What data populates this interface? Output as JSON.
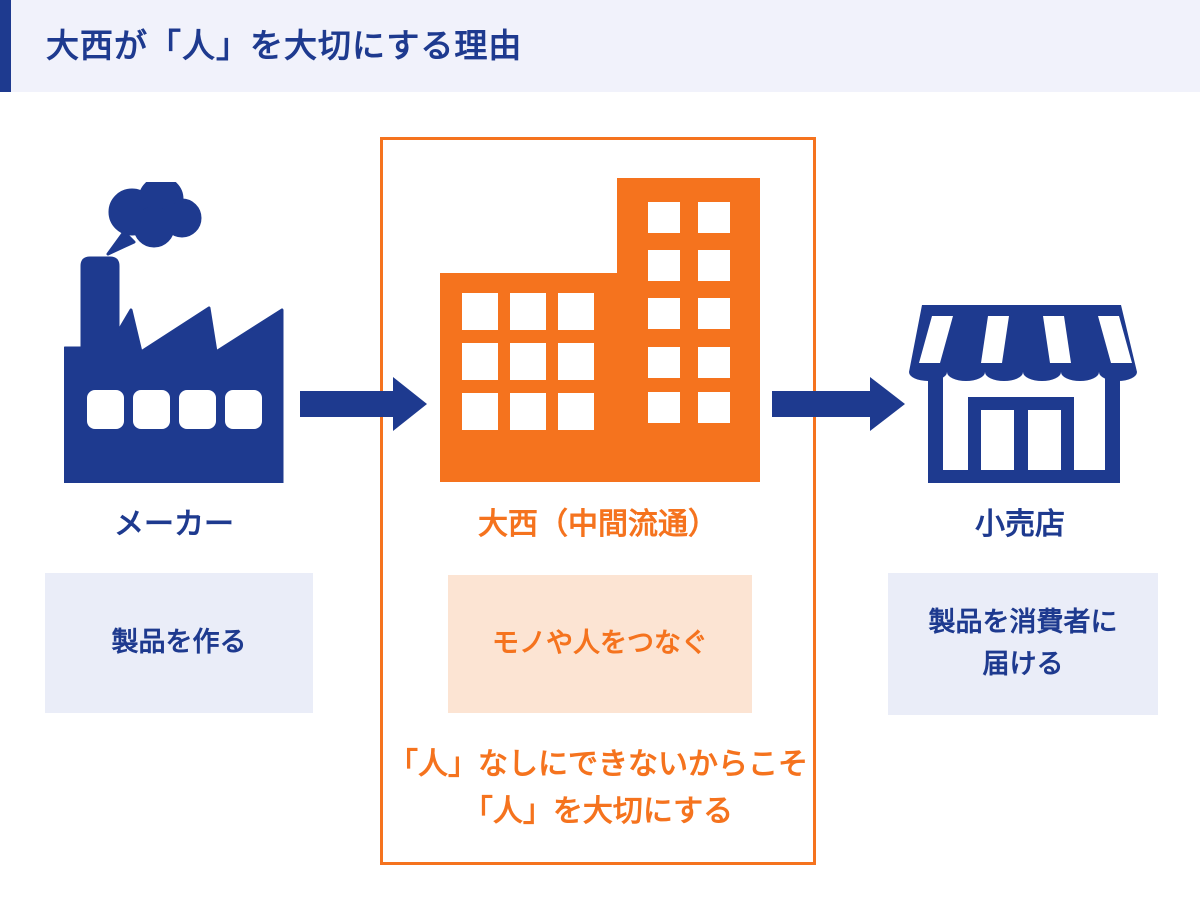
{
  "colors": {
    "blue": "#1e3a8f",
    "orange": "#f5731e",
    "peach": "#fce4d3",
    "lavender": "#eaedf8",
    "titlebar": "#f1f2fb"
  },
  "header": {
    "title": "大西が「人」を大切にする理由"
  },
  "diagram": {
    "maker": {
      "icon": "factory-icon",
      "label": "メーカー",
      "box_text": "製品を作る"
    },
    "onishi": {
      "icon": "office-building-icon",
      "label": "大西（中間流通）",
      "box_text": "モノや人をつなぐ",
      "note_line1": "「人」なしにできないからこそ",
      "note_line2": "「人」を大切にする"
    },
    "retail": {
      "icon": "storefront-icon",
      "label": "小売店",
      "box_text_line1": "製品を消費者に",
      "box_text_line2": "届ける"
    },
    "arrows": [
      "maker-to-onishi",
      "onishi-to-retail"
    ]
  }
}
